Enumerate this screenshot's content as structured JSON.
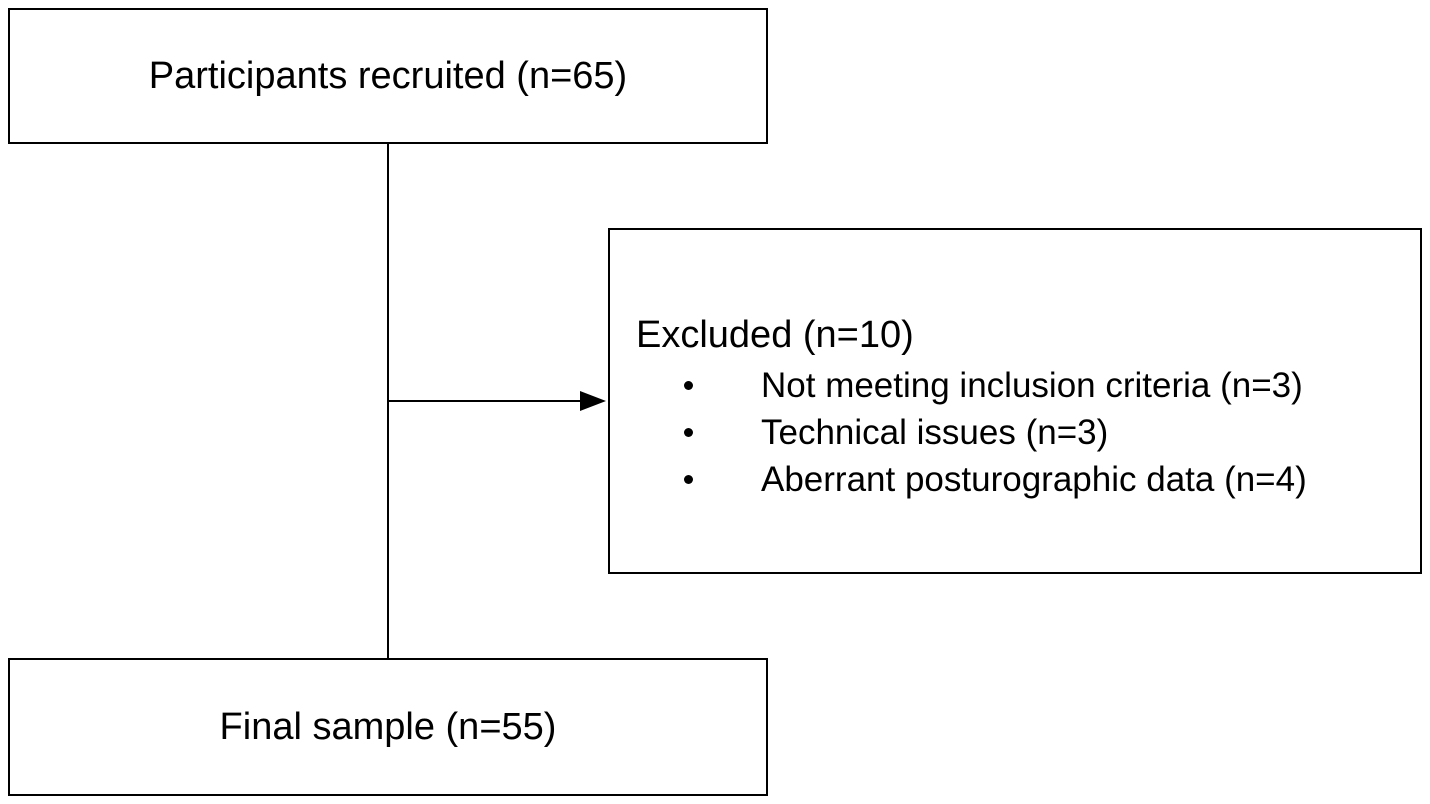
{
  "boxes": {
    "recruited": "Participants recruited (n=65)",
    "excluded": {
      "heading": "Excluded (n=10)",
      "reasons": [
        "Not meeting inclusion criteria (n=3)",
        "Technical issues (n=3)",
        "Aberrant posturographic data (n=4)"
      ]
    },
    "final": "Final sample (n=55)"
  },
  "colors": {
    "line": "#000000",
    "box_fill": "#ffffff"
  }
}
